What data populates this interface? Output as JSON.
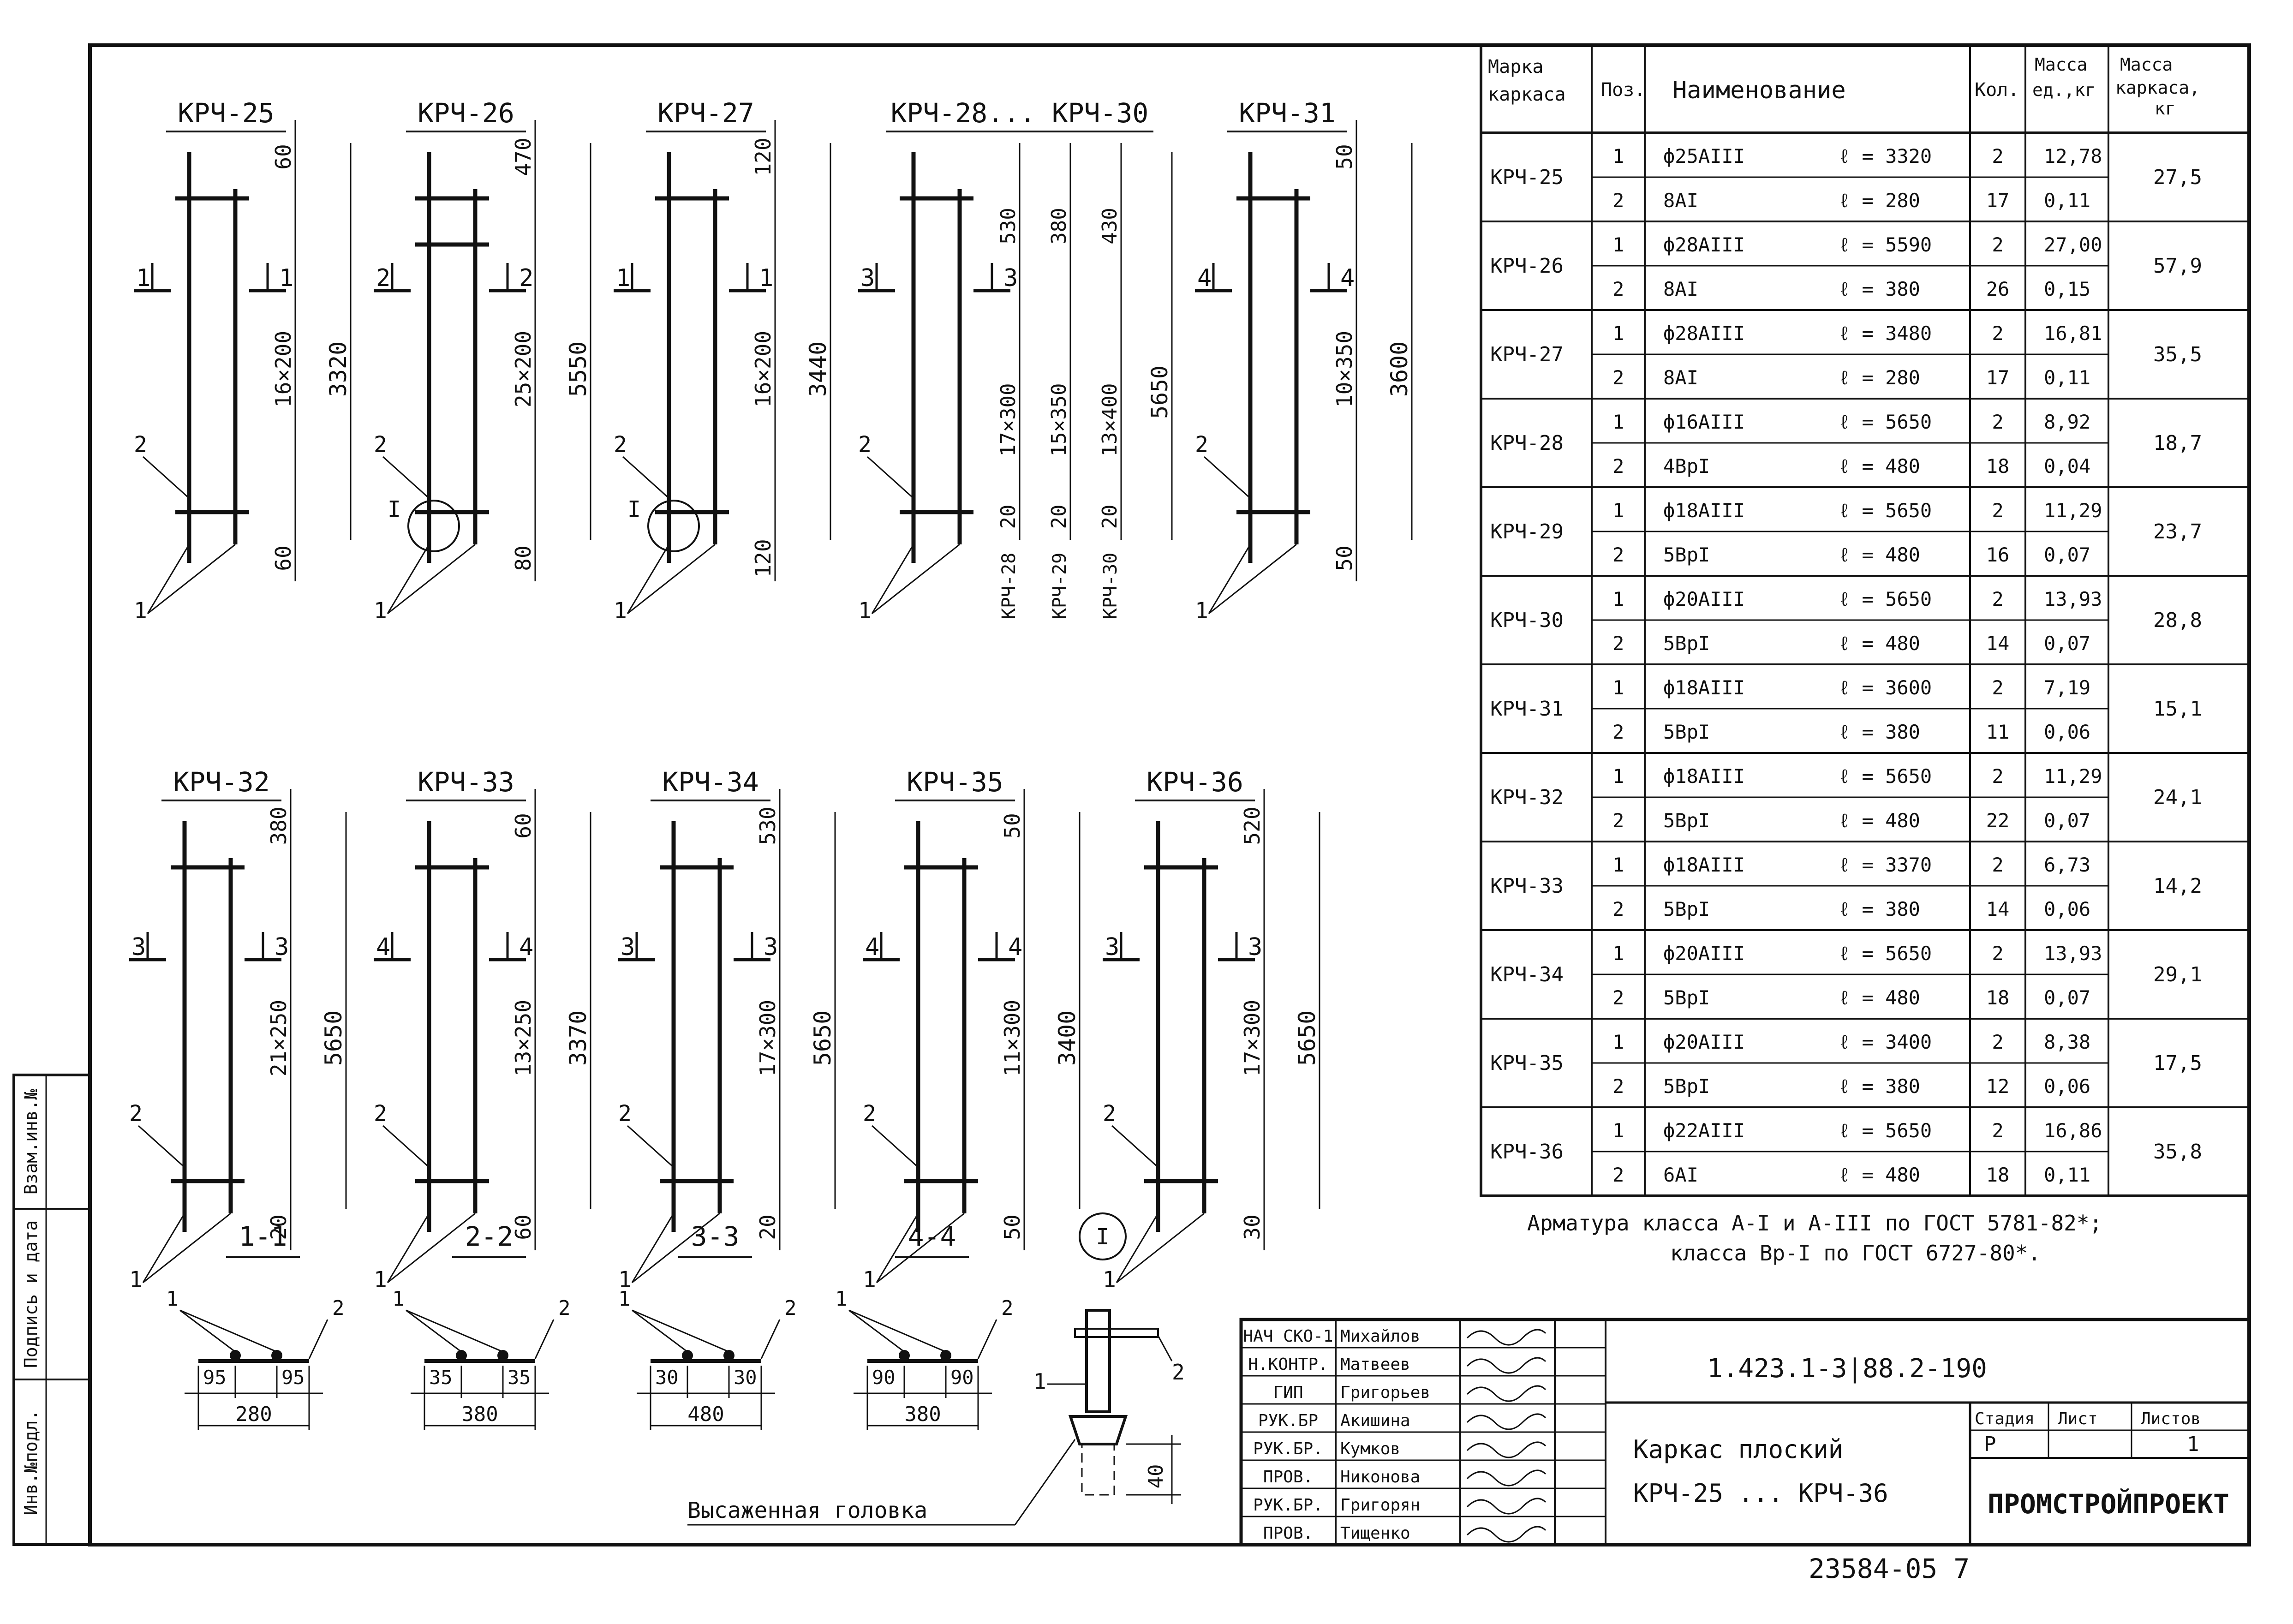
{
  "frames": [
    {
      "id": "25",
      "title": "КРЧ-25",
      "top_dim": "60",
      "mid_spacing": "16×200",
      "total": "3320",
      "bot_dim": "60",
      "section": "1",
      "bar_count": 2,
      "circle": false,
      "nodes": []
    },
    {
      "id": "26",
      "title": "КРЧ-26",
      "top_dim": "470",
      "mid_spacing": "25×200",
      "total": "5550",
      "bot_dim": "80",
      "section": "2",
      "bar_count": 3,
      "circle": true,
      "mark": "I",
      "nodes": []
    },
    {
      "id": "27",
      "title": "КРЧ-27",
      "top_dim": "120",
      "mid_spacing": "16×200",
      "total": "3440",
      "bot_dim": "120",
      "section": "1",
      "bar_count": 2,
      "circle": true,
      "mark": "I",
      "nodes": []
    },
    {
      "id": "28",
      "title": "КРЧ-28... КРЧ-30",
      "top_dims": [
        "530",
        "380",
        "430"
      ],
      "mid_spacings": [
        "17×300",
        "15×350",
        "13×400"
      ],
      "total": "5650",
      "bot_dims": [
        "20",
        "20",
        "20"
      ],
      "sublabels": [
        "КРЧ-28",
        "КРЧ-29",
        "КРЧ-30"
      ],
      "section": "3",
      "bar_count": 2,
      "circle": false
    },
    {
      "id": "31",
      "title": "КРЧ-31",
      "top_dim": "50",
      "mid_spacing": "10×350",
      "total": "3600",
      "bot_dim": "50",
      "section": "4",
      "bar_count": 2,
      "circle": false
    },
    {
      "id": "32",
      "title": "КРЧ-32",
      "top_dim": "380",
      "mid_spacing": "21×250",
      "total": "5650",
      "bot_dim": "20",
      "section": "3",
      "bar_count": 2,
      "circle": false
    },
    {
      "id": "33",
      "title": "КРЧ-33",
      "top_dim": "60",
      "mid_spacing": "13×250",
      "total": "3370",
      "bot_dim": "60",
      "section": "4",
      "bar_count": 2,
      "circle": false
    },
    {
      "id": "34",
      "title": "КРЧ-34",
      "top_dim": "530",
      "mid_spacing": "17×300",
      "total": "5650",
      "bot_dim": "20",
      "section": "3",
      "bar_count": 2,
      "circle": false
    },
    {
      "id": "35",
      "title": "КРЧ-35",
      "top_dim": "50",
      "mid_spacing": "11×300",
      "total": "3400",
      "bot_dim": "50",
      "section": "4",
      "bar_count": 2,
      "circle": false
    },
    {
      "id": "36",
      "title": "КРЧ-36",
      "top_dim": "520",
      "mid_spacing": "17×300",
      "total": "5650",
      "bot_dim": "30",
      "section": "3",
      "bar_count": 2,
      "circle": false
    }
  ],
  "sections": [
    {
      "title": "1-1",
      "left": "95",
      "right": "95",
      "total": "280"
    },
    {
      "title": "2-2",
      "left": "35",
      "right": "35",
      "total": "380"
    },
    {
      "title": "3-3",
      "left": "30",
      "right": "30",
      "total": "480"
    },
    {
      "title": "4-4",
      "left": "90",
      "right": "90",
      "total": "380"
    }
  ],
  "detail": {
    "mark": "I",
    "label": "Высаженная головка",
    "dim": "40",
    "pos1": "1",
    "pos2": "2"
  },
  "table": {
    "headers": {
      "mark": "Марка каркаса",
      "pos": "Поз.",
      "name": "Наименование",
      "qty": "Кол.",
      "unit_mass": "Масса ед.,кг",
      "frame_mass": "Масса каркаса, кг"
    },
    "rows": [
      {
        "mark": "КРЧ-25",
        "total": "27,5",
        "items": [
          {
            "pos": "1",
            "d": "ф25АIII",
            "l": "ℓ = 3320",
            "q": "2",
            "m": "12,78"
          },
          {
            "pos": "2",
            "d": "8АI",
            "l": "ℓ = 280",
            "q": "17",
            "m": "0,11"
          }
        ]
      },
      {
        "mark": "КРЧ-26",
        "total": "57,9",
        "items": [
          {
            "pos": "1",
            "d": "ф28АIII",
            "l": "ℓ = 5590",
            "q": "2",
            "m": "27,00"
          },
          {
            "pos": "2",
            "d": "8АI",
            "l": "ℓ = 380",
            "q": "26",
            "m": "0,15"
          }
        ]
      },
      {
        "mark": "КРЧ-27",
        "total": "35,5",
        "items": [
          {
            "pos": "1",
            "d": "ф28АIII",
            "l": "ℓ = 3480",
            "q": "2",
            "m": "16,81"
          },
          {
            "pos": "2",
            "d": "8АI",
            "l": "ℓ = 280",
            "q": "17",
            "m": "0,11"
          }
        ]
      },
      {
        "mark": "КРЧ-28",
        "total": "18,7",
        "items": [
          {
            "pos": "1",
            "d": "ф16АIII",
            "l": "ℓ = 5650",
            "q": "2",
            "m": "8,92"
          },
          {
            "pos": "2",
            "d": "4ВрI",
            "l": "ℓ = 480",
            "q": "18",
            "m": "0,04"
          }
        ]
      },
      {
        "mark": "КРЧ-29",
        "total": "23,7",
        "items": [
          {
            "pos": "1",
            "d": "ф18АIII",
            "l": "ℓ = 5650",
            "q": "2",
            "m": "11,29"
          },
          {
            "pos": "2",
            "d": "5ВрI",
            "l": "ℓ = 480",
            "q": "16",
            "m": "0,07"
          }
        ]
      },
      {
        "mark": "КРЧ-30",
        "total": "28,8",
        "items": [
          {
            "pos": "1",
            "d": "ф20АIII",
            "l": "ℓ = 5650",
            "q": "2",
            "m": "13,93"
          },
          {
            "pos": "2",
            "d": "5ВрI",
            "l": "ℓ = 480",
            "q": "14",
            "m": "0,07"
          }
        ]
      },
      {
        "mark": "КРЧ-31",
        "total": "15,1",
        "items": [
          {
            "pos": "1",
            "d": "ф18АIII",
            "l": "ℓ = 3600",
            "q": "2",
            "m": "7,19"
          },
          {
            "pos": "2",
            "d": "5ВрI",
            "l": "ℓ = 380",
            "q": "11",
            "m": "0,06"
          }
        ]
      },
      {
        "mark": "КРЧ-32",
        "total": "24,1",
        "items": [
          {
            "pos": "1",
            "d": "ф18АIII",
            "l": "ℓ = 5650",
            "q": "2",
            "m": "11,29"
          },
          {
            "pos": "2",
            "d": "5ВрI",
            "l": "ℓ = 480",
            "q": "22",
            "m": "0,07"
          }
        ]
      },
      {
        "mark": "КРЧ-33",
        "total": "14,2",
        "items": [
          {
            "pos": "1",
            "d": "ф18АIII",
            "l": "ℓ = 3370",
            "q": "2",
            "m": "6,73"
          },
          {
            "pos": "2",
            "d": "5ВрI",
            "l": "ℓ = 380",
            "q": "14",
            "m": "0,06"
          }
        ]
      },
      {
        "mark": "КРЧ-34",
        "total": "29,1",
        "items": [
          {
            "pos": "1",
            "d": "ф20АIII",
            "l": "ℓ = 5650",
            "q": "2",
            "m": "13,93"
          },
          {
            "pos": "2",
            "d": "5ВрI",
            "l": "ℓ = 480",
            "q": "18",
            "m": "0,07"
          }
        ]
      },
      {
        "mark": "КРЧ-35",
        "total": "17,5",
        "items": [
          {
            "pos": "1",
            "d": "ф20АIII",
            "l": "ℓ = 3400",
            "q": "2",
            "m": "8,38"
          },
          {
            "pos": "2",
            "d": "5ВрI",
            "l": "ℓ = 380",
            "q": "12",
            "m": "0,06"
          }
        ]
      },
      {
        "mark": "КРЧ-36",
        "total": "35,8",
        "items": [
          {
            "pos": "1",
            "d": "ф22АIII",
            "l": "ℓ = 5650",
            "q": "2",
            "m": "16,86"
          },
          {
            "pos": "2",
            "d": "6АI",
            "l": "ℓ = 480",
            "q": "18",
            "m": "0,11"
          }
        ]
      }
    ]
  },
  "notes": [
    "Арматура класса А-I и А-III по ГОСТ 5781-82*;",
    "класса Вр-I по ГОСТ 6727-80*."
  ],
  "stamp": {
    "people": [
      {
        "role": "НАЧ СКО-1",
        "name": "Михайлов"
      },
      {
        "role": "Н.КОНТР.",
        "name": "Матвеев"
      },
      {
        "role": "ГИП",
        "name": "Григорьев"
      },
      {
        "role": "РУК.БР",
        "name": "Акишина"
      },
      {
        "role": "РУК.БР.",
        "name": "Кумков"
      },
      {
        "role": "ПРОВ.",
        "name": "Никонова"
      },
      {
        "role": "РУК.БР.",
        "name": "Григорян"
      },
      {
        "role": "ПРОВ.",
        "name": "Тищенко"
      }
    ],
    "code": "1.423.1-3|88.2-190",
    "title_line1": "Каркас плоский",
    "title_line2": "КРЧ-25 ... КРЧ-36",
    "stage_label": "Стадия",
    "sheet_label": "Лист",
    "sheets_label": "Листов",
    "stage": "Р",
    "sheet": "",
    "sheets": "1",
    "org": "ПРОМСТРОЙПРОЕКТ"
  },
  "side_labels": [
    "Инв.№подл.",
    "Подпись и дата",
    "Взам.инв.№"
  ],
  "footer": "23584-05   7"
}
